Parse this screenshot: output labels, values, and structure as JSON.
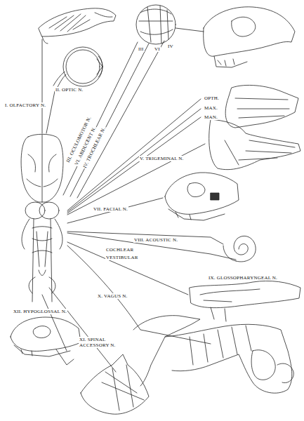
{
  "diagram": {
    "labels": [
      "I. OLFACTORY N.",
      "II. OPTIC N.",
      "III. OCULOMOTOR N.",
      "VI. ABDUCENT N.",
      "IV. TROCHLEAR N.",
      "III",
      "VI",
      "IV",
      "OPTH.",
      "MAX.",
      "MAN.",
      "V. TRIGEMINAL N.",
      "VII. FACIAL N.",
      "VIII. ACOUSTIC N.",
      "COCHLEAR",
      "VESTIBULAR",
      "IX. GLOSSOPHARYNGEAL N.",
      "X. VAGUS N.",
      "XII. HYPOGLOSSAL N.",
      "XI. SPINAL ACCESSORY N."
    ]
  }
}
